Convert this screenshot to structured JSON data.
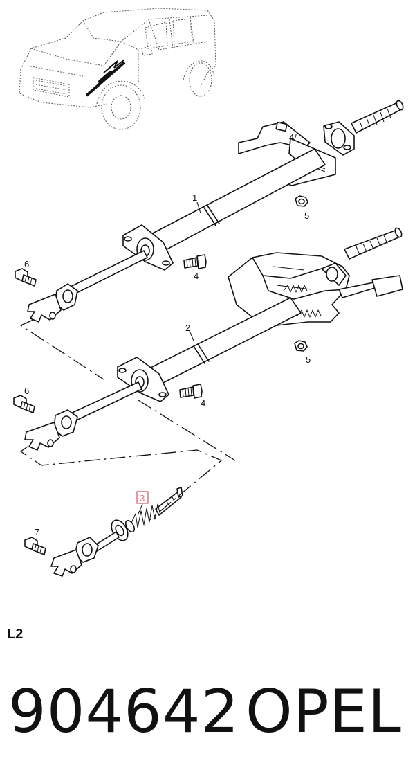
{
  "diagram": {
    "callouts": {
      "c1": "1",
      "c2": "2",
      "c3": "3",
      "c4a": "4",
      "c4b": "4",
      "c5a": "5",
      "c5b": "5",
      "c6a": "6",
      "c6b": "6",
      "c7": "7"
    },
    "highlight_color": "#e0697a"
  },
  "footer": {
    "code": "L2",
    "part_number": "904642",
    "brand": "OPEL"
  }
}
